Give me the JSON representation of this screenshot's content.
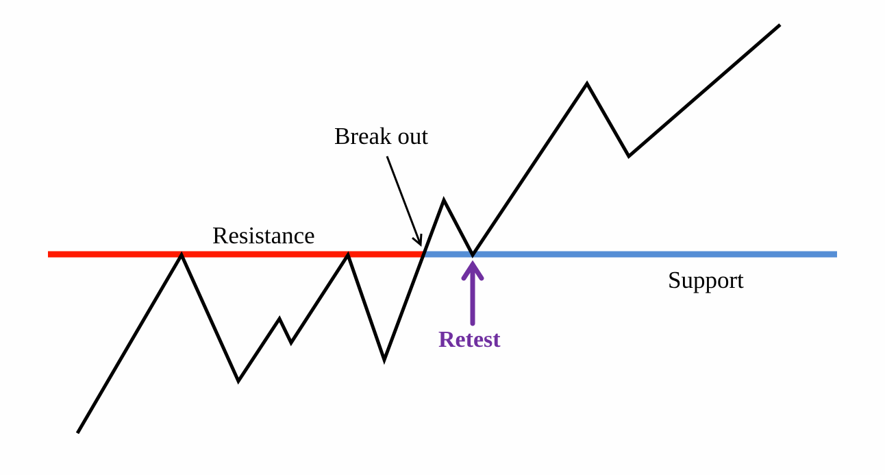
{
  "labels": {
    "resistance": "Resistance",
    "support": "Support",
    "breakout": "Break out",
    "retest": "Retest"
  },
  "colors": {
    "resistance": "#ff1a00",
    "support": "#558ed5",
    "price": "#000000",
    "retest": "#7030a0"
  }
}
